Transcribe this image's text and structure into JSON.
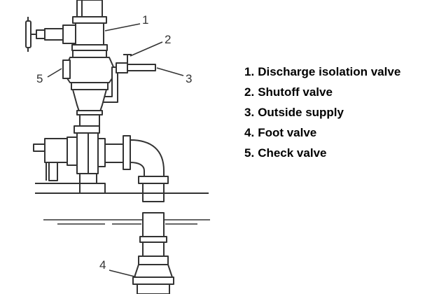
{
  "callouts": [
    "1",
    "2",
    "3",
    "4",
    "5"
  ],
  "legend": [
    {
      "number": "1.",
      "label": "Discharge isolation valve"
    },
    {
      "number": "2.",
      "label": "Shutoff valve"
    },
    {
      "number": "3.",
      "label": "Outside supply"
    },
    {
      "number": "4.",
      "label": "Foot valve"
    },
    {
      "number": "5.",
      "label": "Check valve"
    }
  ],
  "colors": {
    "line": "#333333",
    "text": "#000000",
    "background": "#ffffff"
  }
}
